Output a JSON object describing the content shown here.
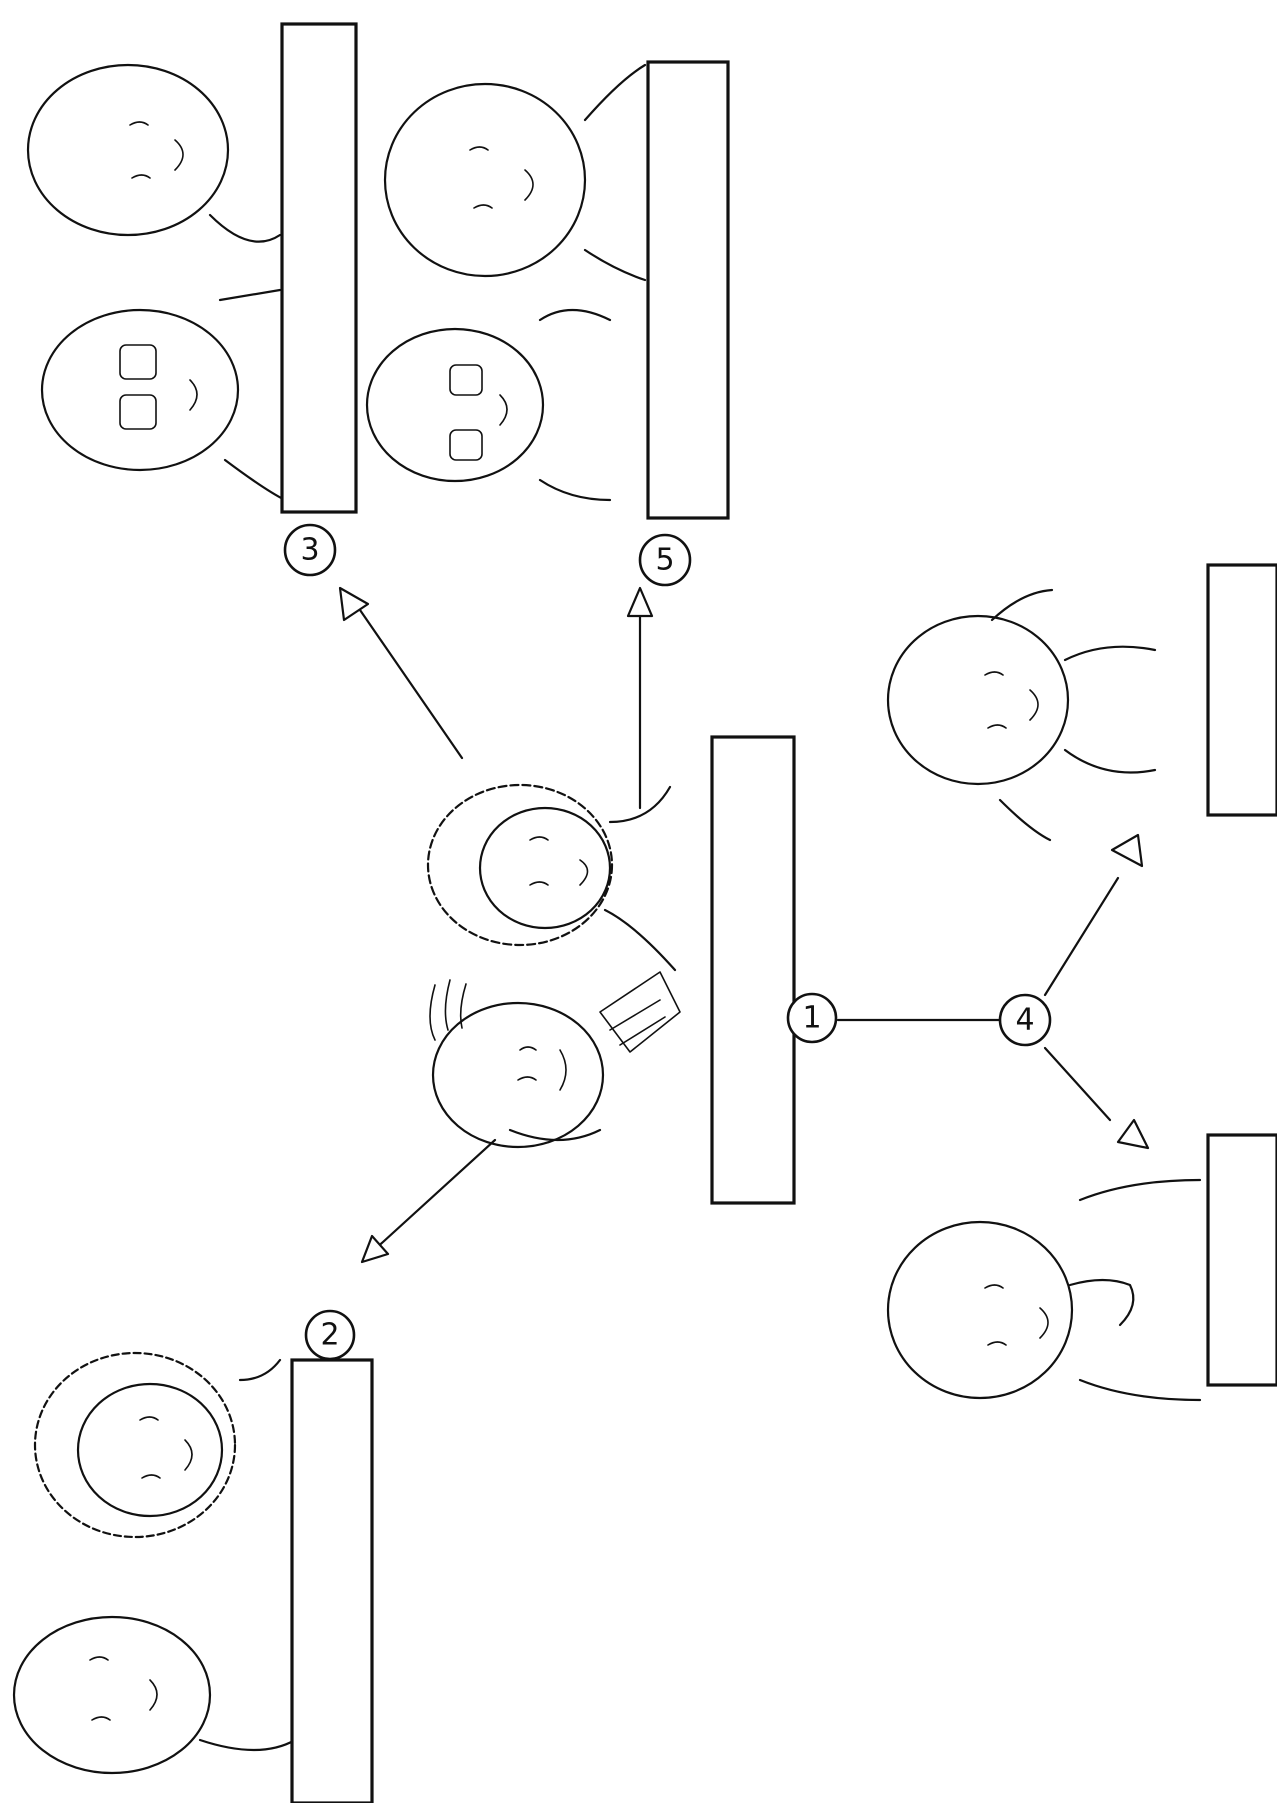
{
  "diagram": {
    "groups": [
      {
        "id": "g1",
        "badge": "1",
        "people": 2
      },
      {
        "id": "g2",
        "badge": "2",
        "people": 2
      },
      {
        "id": "g3",
        "badge": "3",
        "people": 2
      },
      {
        "id": "g4",
        "badge": "4",
        "people": 2
      },
      {
        "id": "g5",
        "badge": "5",
        "people": 2
      }
    ],
    "connections": [
      {
        "from": "1",
        "to": "2"
      },
      {
        "from": "1",
        "to": "3"
      },
      {
        "from": "1",
        "to": "5"
      },
      {
        "from": "1",
        "to": "4"
      },
      {
        "from": "4",
        "to": "4-left"
      },
      {
        "from": "4",
        "to": "4-right"
      }
    ]
  },
  "colors": {
    "ink": "#111111",
    "paper": "#ffffff"
  }
}
